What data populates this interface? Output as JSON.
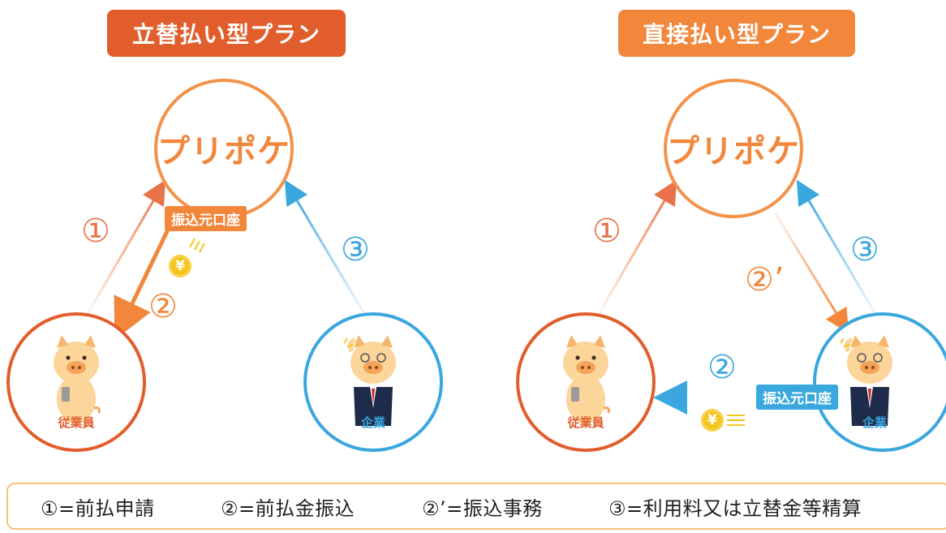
{
  "plans": {
    "left_title": "立替払い型プラン",
    "right_title": "直接払い型プラン"
  },
  "pripoke_label": "プリポケ",
  "employee_label": "従業員",
  "company_label": "企業",
  "transfer_account_tag": "振込元口座",
  "step_numbers": {
    "one": "①",
    "two": "②",
    "two_prime": "②’",
    "three": "③"
  },
  "coin_symbol": "¥",
  "legend": {
    "item1": "①=前払申請",
    "item2": "②=前払金振込",
    "item3": "②’=振込事務",
    "item4": "③=利用料又は立替金等精算"
  },
  "colors": {
    "left_plan": "#e15d2b",
    "right_plan": "#f2873b",
    "employee": "#e15d2b",
    "company": "#3aa7de",
    "coin": "#f5c51f"
  }
}
